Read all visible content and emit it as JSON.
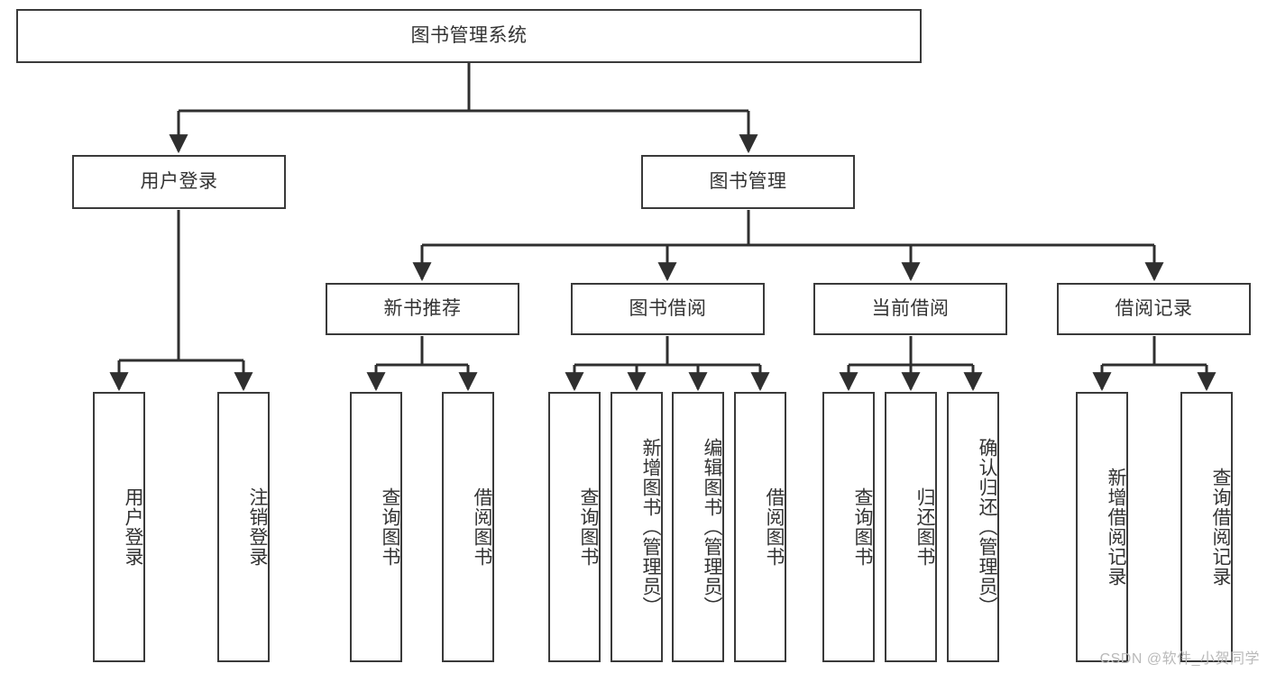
{
  "diagram": {
    "title": "图书管理系统",
    "type": "tree-hierarchy-diagram",
    "watermark": "CSDN @软件_小贺同学",
    "colors": {
      "background": "#ffffff",
      "box_border": "#3a3a3a",
      "box_fill": "#ffffff",
      "text": "#333333",
      "connector": "#2f2f2f",
      "watermark": "#b9b9b9"
    },
    "root": {
      "label": "图书管理系统"
    },
    "level2": [
      {
        "label": "用户登录"
      },
      {
        "label": "图书管理"
      }
    ],
    "level3": [
      {
        "label": "新书推荐"
      },
      {
        "label": "图书借阅"
      },
      {
        "label": "当前借阅"
      },
      {
        "label": "借阅记录"
      }
    ],
    "leaves": {
      "user_login": [
        {
          "label": "用户登录"
        },
        {
          "label": "注销登录"
        }
      ],
      "new_book_recommend": [
        {
          "label": "查询图书"
        },
        {
          "label": "借阅图书"
        }
      ],
      "book_borrow": [
        {
          "label": "查询图书"
        },
        {
          "label": "新增图书（管理员）"
        },
        {
          "label": "编辑图书（管理员）"
        },
        {
          "label": "借阅图书"
        }
      ],
      "current_borrow": [
        {
          "label": "查询图书"
        },
        {
          "label": "归还图书"
        },
        {
          "label": "确认归还（管理员）"
        }
      ],
      "borrow_record": [
        {
          "label": "新增借阅记录"
        },
        {
          "label": "查询借阅记录"
        }
      ]
    }
  }
}
